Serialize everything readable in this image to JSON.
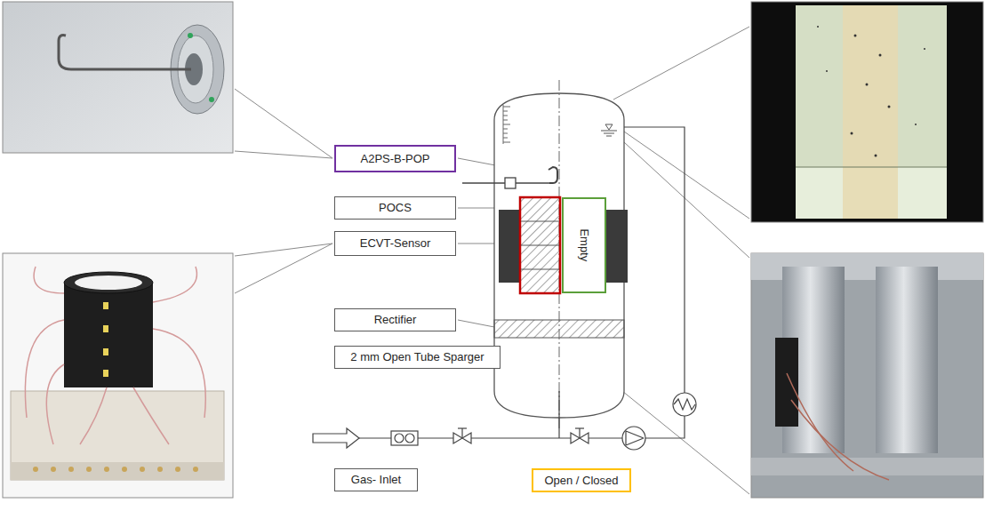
{
  "diagram": {
    "nodes": [
      {
        "text": [
          "A2PS-B-POP"
        ]
      },
      {
        "text": [
          "POCS"
        ]
      },
      {
        "text": [
          "ECVT-Sensor"
        ]
      },
      {
        "text": [
          "Rectifier"
        ]
      },
      {
        "text": [
          "2 mm Open Tube Sparger"
        ]
      },
      {
        "text": [
          "Gas- Inlet"
        ]
      },
      {
        "text": [
          "Open / Closed"
        ]
      },
      {
        "text": [
          "Empty"
        ]
      }
    ]
  }
}
